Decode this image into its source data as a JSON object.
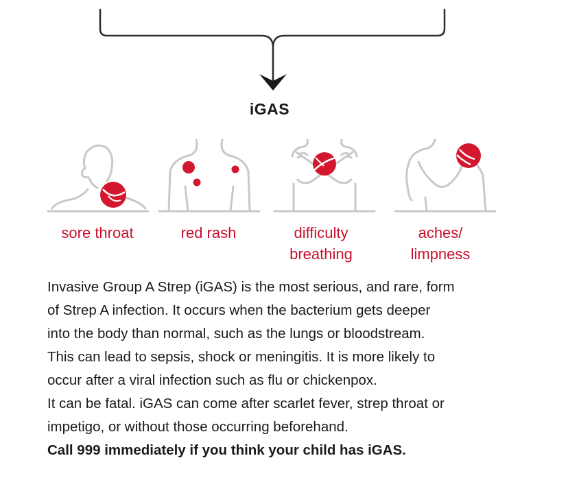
{
  "heading": "iGAS",
  "symptoms": [
    {
      "label_lines": [
        "sore throat"
      ],
      "icon": "throat-icon"
    },
    {
      "label_lines": [
        "red rash"
      ],
      "icon": "rash-icon"
    },
    {
      "label_lines": [
        "difficulty",
        "breathing"
      ],
      "icon": "chest-icon"
    },
    {
      "label_lines": [
        "aches/",
        "limpness"
      ],
      "icon": "shoulder-icon"
    }
  ],
  "description": {
    "paragraph_1_lines": [
      "Invasive Group A Strep (iGAS) is the most serious, and rare, form",
      "of Strep A infection. It occurs when the bacterium gets deeper",
      "into the body than normal, such as the lungs or bloodstream.",
      "This can lead to sepsis, shock or meningitis. It is more likely to",
      "occur after a viral infection such as flu or chickenpox."
    ],
    "paragraph_2_lines": [
      "It can be fatal. iGAS can come after scarlet fever, strep throat or",
      "impetigo, or without those occurring beforehand."
    ],
    "call_to_action": "Call 999 immediately if you think your child has iGAS."
  },
  "colors": {
    "accent_red": "#c8102e",
    "outline_grey": "#c8c8c8",
    "text": "#1a1a1a"
  }
}
